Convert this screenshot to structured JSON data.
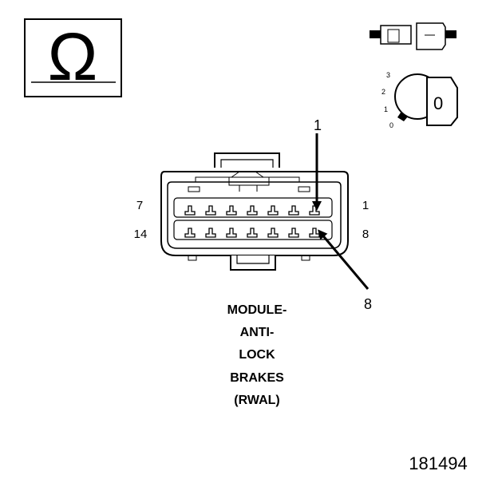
{
  "ohm_symbol": "Ω",
  "key_switch": {
    "positions": [
      "3",
      "2",
      "1",
      "0"
    ],
    "key_label": "0"
  },
  "pin_labels": {
    "top_left": "7",
    "top_right": "1",
    "bottom_left": "14",
    "bottom_right": "8",
    "callout_top": "1",
    "callout_bottom": "8"
  },
  "caption": {
    "lines": [
      "MODULE-",
      "ANTI-",
      "LOCK",
      "BRAKES",
      "(RWAL)"
    ]
  },
  "figure_number": "181494"
}
